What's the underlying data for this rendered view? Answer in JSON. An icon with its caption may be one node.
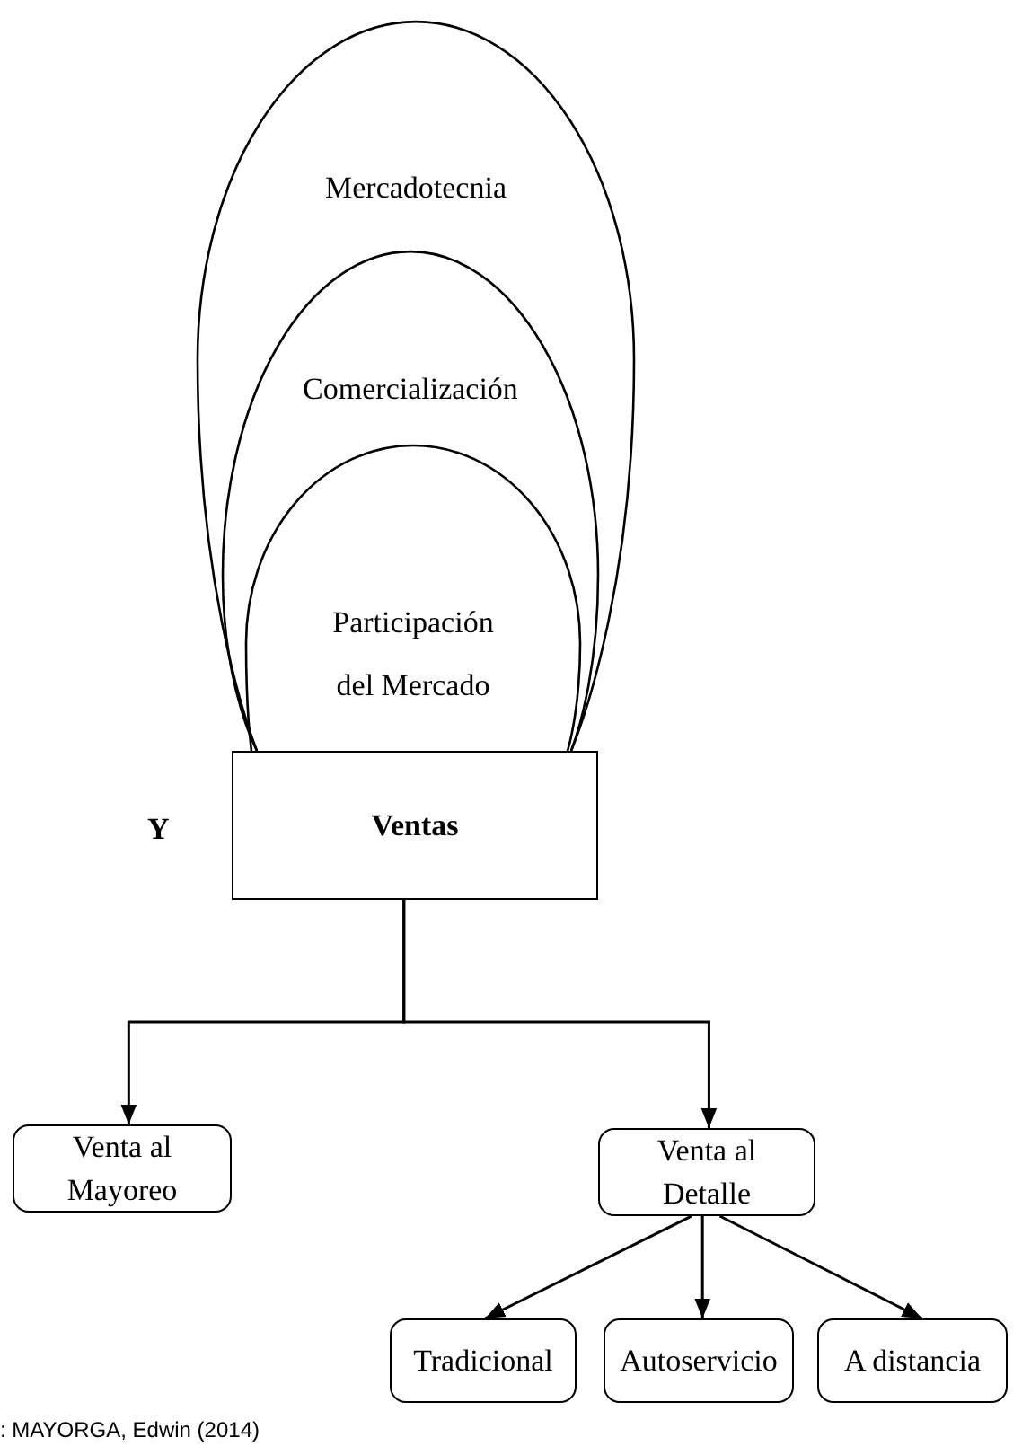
{
  "diagram": {
    "caption": ": MAYORGA, Edwin (2014)",
    "nodes": [
      {
        "text": [
          "Mercadotecnia"
        ]
      },
      {
        "text": [
          "Comercialización"
        ],
        "in": 0
      },
      {
        "text": [
          "Participación del Mercado"
        ],
        "in": 1
      },
      {
        "text": [
          "Ventas"
        ]
      },
      {
        "text": [
          "Venta al Mayoreo"
        ]
      },
      {
        "text": [
          "Venta al Detalle"
        ]
      },
      {
        "text": [
          "Tradicional"
        ]
      },
      {
        "text": [
          "Autoservicio"
        ]
      },
      {
        "text": [
          "A distancia"
        ]
      }
    ],
    "edges": [
      {
        "from": 3,
        "to": 4,
        "arrow": "to"
      },
      {
        "from": 3,
        "to": 5,
        "arrow": "to"
      },
      {
        "from": 5,
        "to": 6,
        "arrow": "to"
      },
      {
        "from": 5,
        "to": 7,
        "arrow": "to"
      },
      {
        "from": 5,
        "to": 8,
        "arrow": "to"
      }
    ],
    "labels": [
      "Y"
    ]
  }
}
